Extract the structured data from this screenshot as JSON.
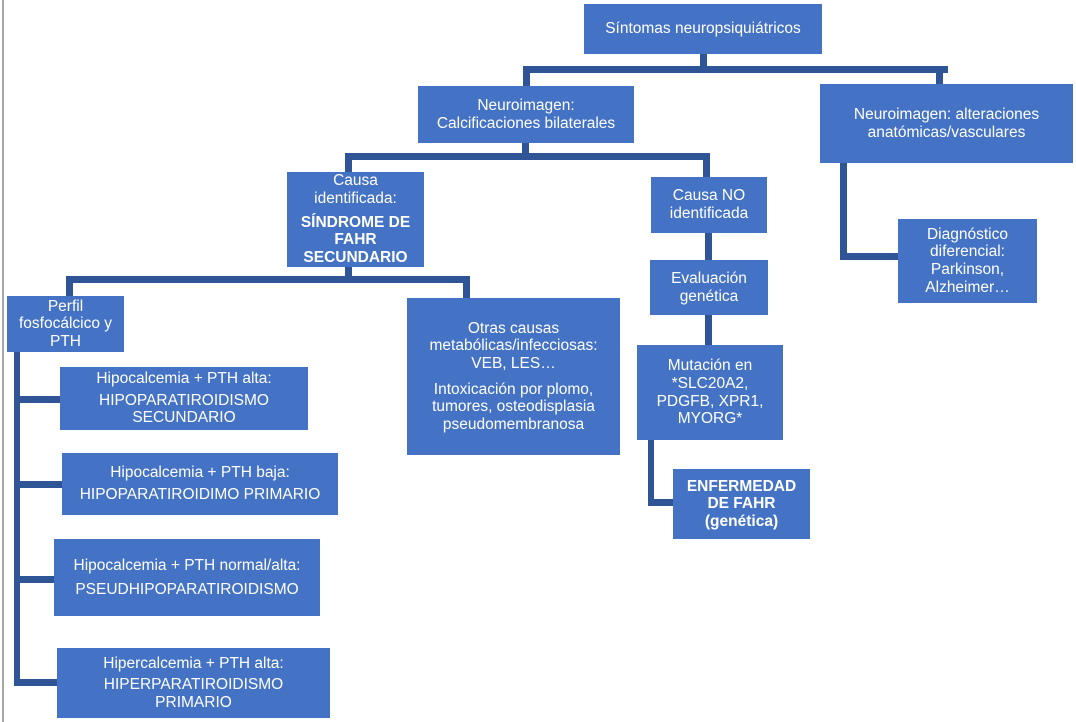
{
  "title": "Síntomas neuropsiquiátricos flowchart (Fahr)",
  "colors": {
    "box_fill": "#4472C4",
    "connector": "#2F5597",
    "text": "#FFFFFF",
    "frame_line": "#A6A6A6"
  },
  "nodes": {
    "sintomas": {
      "text": "Síntomas neuropsiquiátricos"
    },
    "neuro_calc": {
      "text": "Neuroimagen:\nCalcificaciones bilaterales"
    },
    "neuro_anat": {
      "text": "Neuroimagen: alteraciones\nanatómicas/vasculares"
    },
    "causa_id": {
      "label": "Causa\nidentificada:",
      "emphasis": "SÍNDROME DE\nFAHR\nSECUNDARIO"
    },
    "causa_no": {
      "text": "Causa NO\nidentificada"
    },
    "diag_dif": {
      "text": "Diagnóstico\ndiferencial:\nParkinson,\nAlzheimer…"
    },
    "perfil": {
      "text": "Perfil\nfosfocálcico y\nPTH"
    },
    "otras": {
      "text1": "Otras causas\nmetabólicas/infecciosas:\nVEB, LES…",
      "text2": "Intoxicación por plomo,\ntumores, osteodisplasia\npseudomembranosa"
    },
    "eval_genetica": {
      "text": "Evaluación\ngenética"
    },
    "mutacion": {
      "text": "Mutación en\n*SLC20A2,\nPDGFB, XPR1,\nMYORG*"
    },
    "enfermedad": {
      "emphasis": "ENFERMEDAD\nDE FAHR\n(genética)"
    },
    "pth_alta": {
      "label": "Hipocalcemia + PTH alta:",
      "result": "HIPOPARATIROIDISMO\nSECUNDARIO"
    },
    "pth_baja": {
      "label": "Hipocalcemia + PTH baja:",
      "result": "HIPOPARATIROIDIMO PRIMARIO"
    },
    "pth_normal": {
      "label": "Hipocalcemia + PTH normal/alta:",
      "result": "PSEUDHIPOPARATIROIDISMO"
    },
    "hipercalcemia": {
      "label": "Hipercalcemia + PTH alta:",
      "result": "HIPERPARATIROIDISMO\nPRIMARIO"
    }
  }
}
